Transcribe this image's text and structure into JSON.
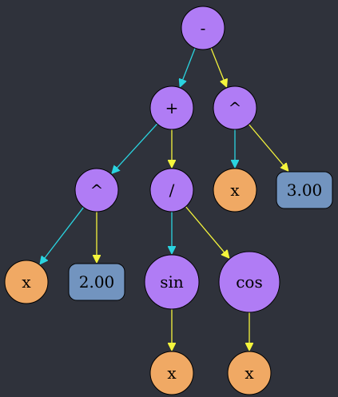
{
  "colors": {
    "background": "#2f323b",
    "operator_fill": "#b07cf5",
    "variable_fill": "#f0a964",
    "constant_fill": "#7294bf",
    "edge_left": "#2ad4e0",
    "edge_right": "#f5f53c",
    "stroke": "#000000"
  },
  "nodes": {
    "minus": {
      "label": "-",
      "kind": "operator"
    },
    "plus": {
      "label": "+",
      "kind": "operator"
    },
    "pow_right": {
      "label": "^",
      "kind": "operator"
    },
    "pow_left": {
      "label": "^",
      "kind": "operator"
    },
    "div": {
      "label": "/",
      "kind": "operator"
    },
    "x_pow_right": {
      "label": "x",
      "kind": "variable"
    },
    "const_300": {
      "label": "3.00",
      "kind": "constant"
    },
    "x_pow_left": {
      "label": "x",
      "kind": "variable"
    },
    "const_200": {
      "label": "2.00",
      "kind": "constant"
    },
    "sin": {
      "label": "sin",
      "kind": "operator"
    },
    "cos": {
      "label": "cos",
      "kind": "operator"
    },
    "x_sin": {
      "label": "x",
      "kind": "variable"
    },
    "x_cos": {
      "label": "x",
      "kind": "variable"
    }
  },
  "edges": [
    {
      "from": "minus",
      "to": "plus",
      "side": "left"
    },
    {
      "from": "minus",
      "to": "pow_right",
      "side": "right"
    },
    {
      "from": "plus",
      "to": "pow_left",
      "side": "left"
    },
    {
      "from": "plus",
      "to": "div",
      "side": "right"
    },
    {
      "from": "pow_right",
      "to": "x_pow_right",
      "side": "left"
    },
    {
      "from": "pow_right",
      "to": "const_300",
      "side": "right"
    },
    {
      "from": "pow_left",
      "to": "x_pow_left",
      "side": "left"
    },
    {
      "from": "pow_left",
      "to": "const_200",
      "side": "right"
    },
    {
      "from": "div",
      "to": "sin",
      "side": "left"
    },
    {
      "from": "div",
      "to": "cos",
      "side": "right"
    },
    {
      "from": "sin",
      "to": "x_sin",
      "side": "right"
    },
    {
      "from": "cos",
      "to": "x_cos",
      "side": "right"
    }
  ]
}
